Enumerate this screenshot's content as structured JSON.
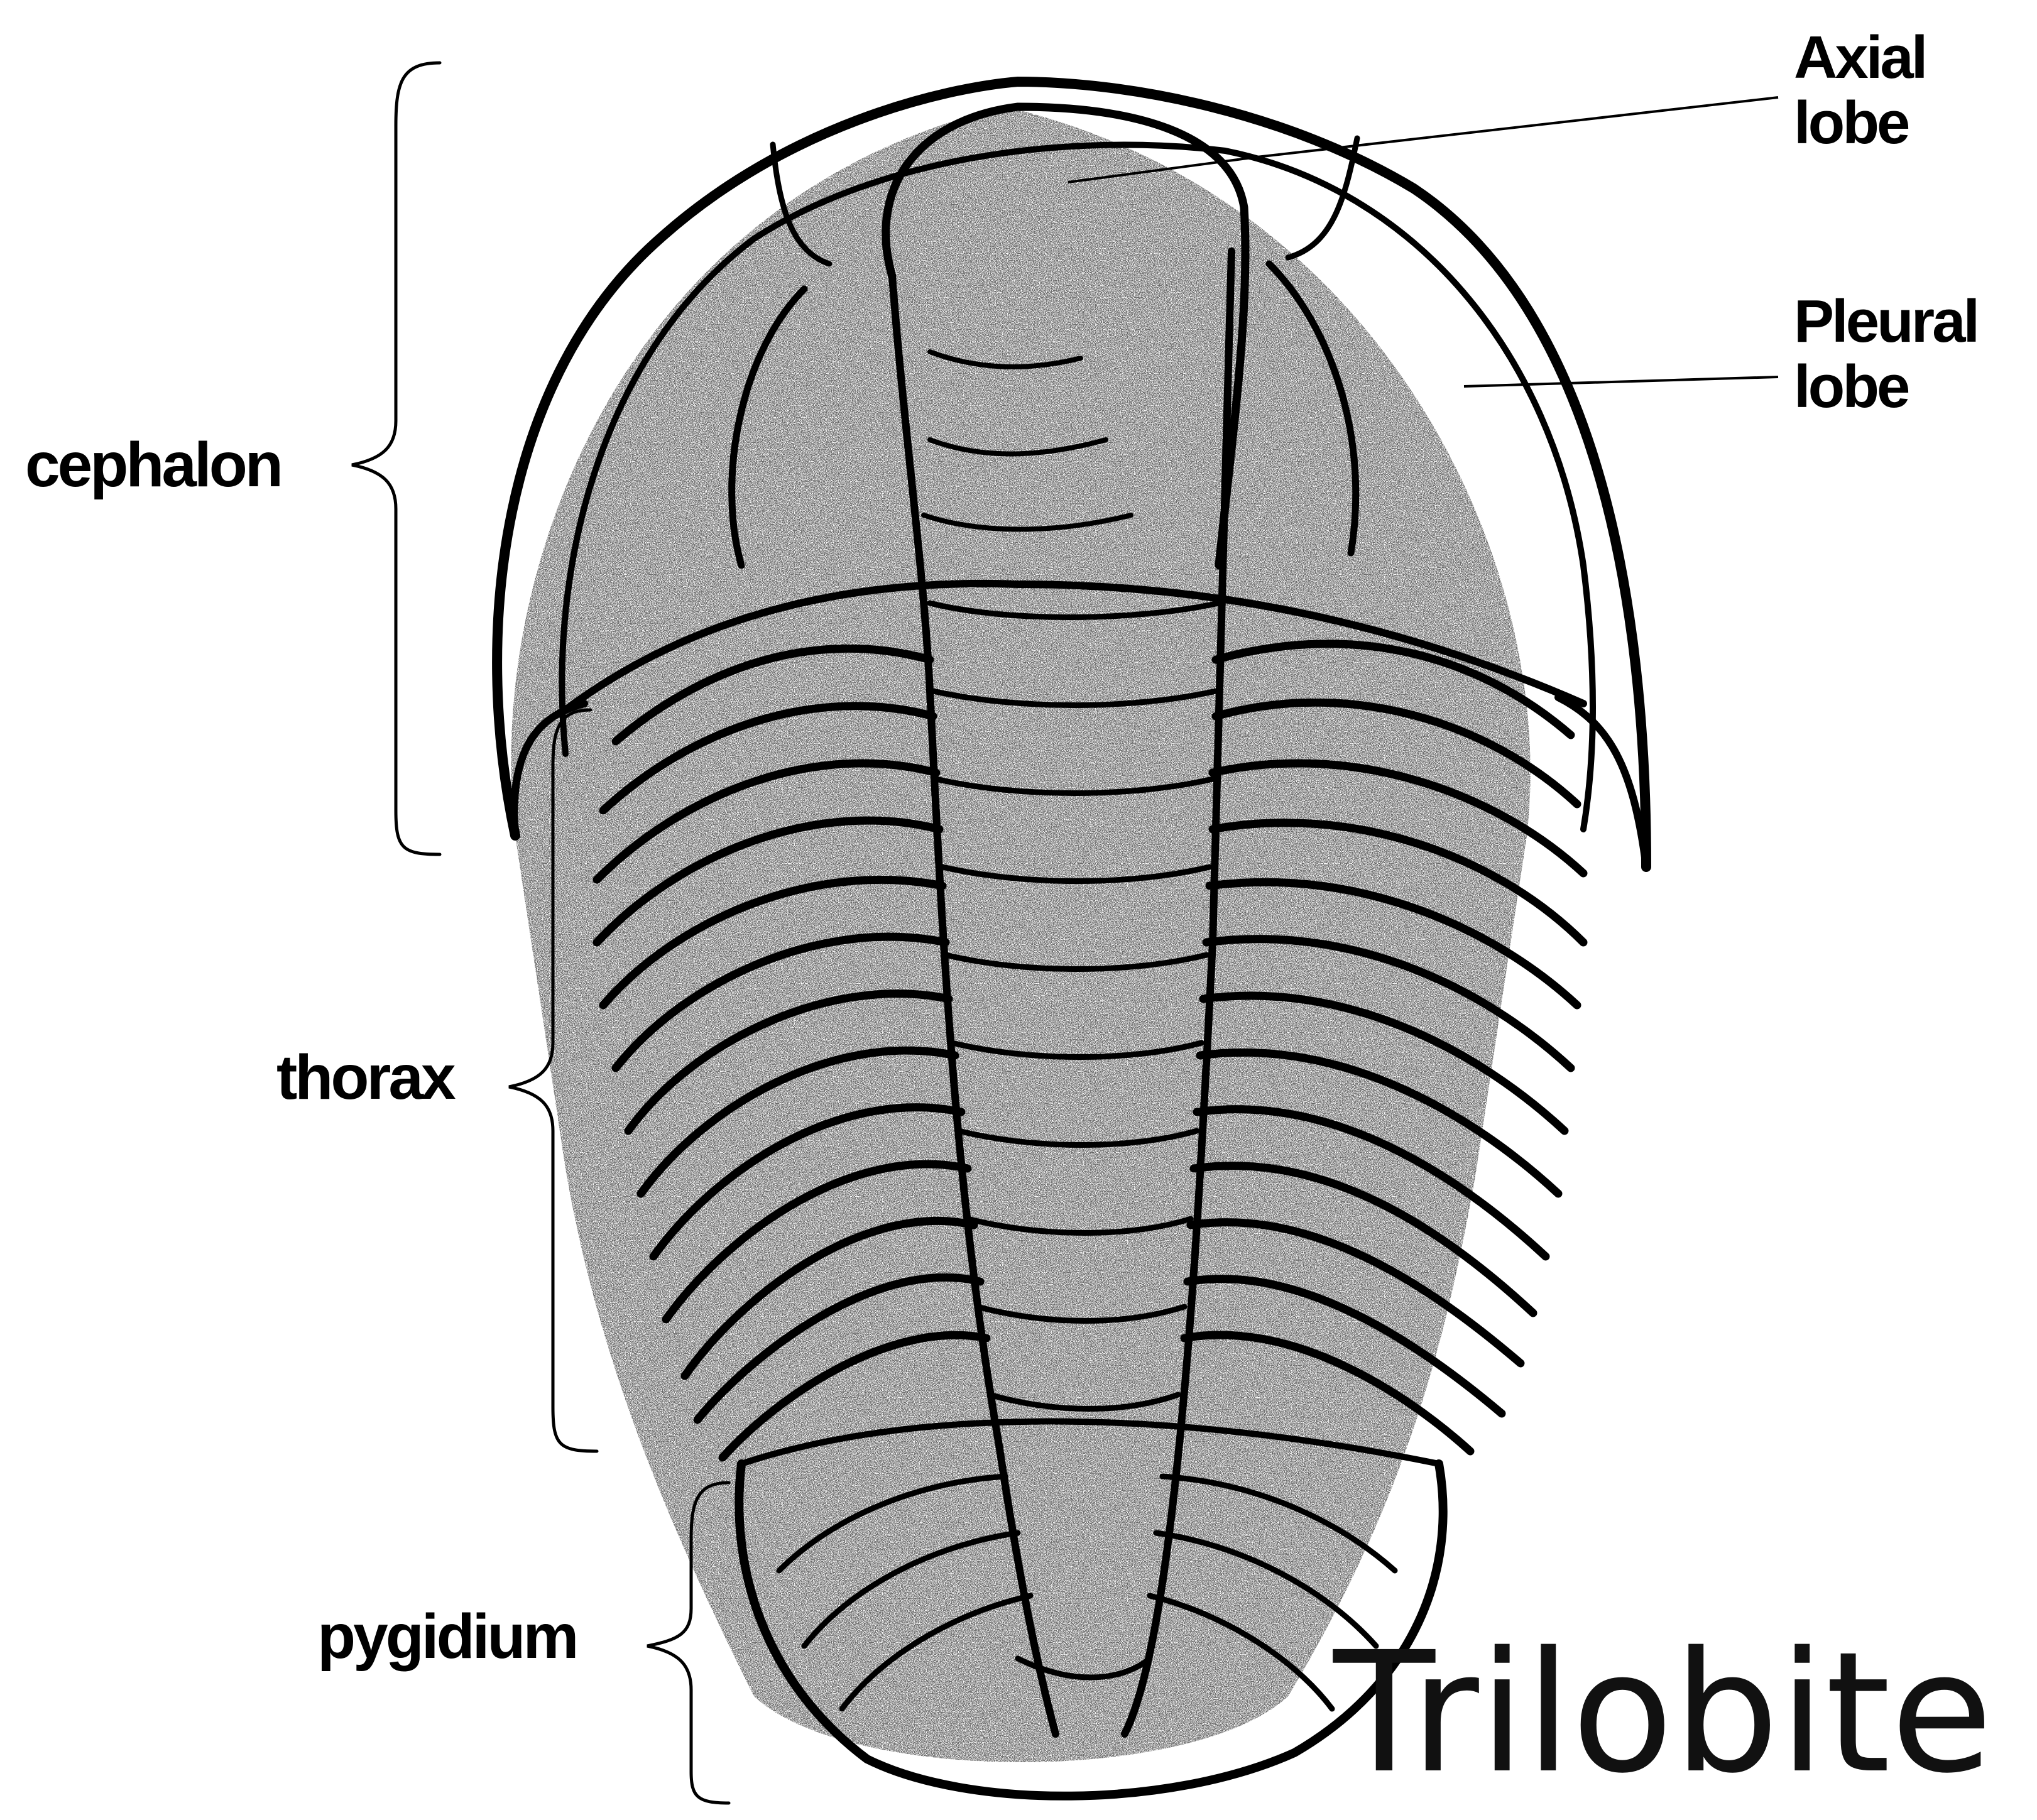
{
  "title": "Trilobite",
  "labels": {
    "cephalon": "cephalon",
    "thorax": "thorax",
    "pygidium": "pygidium",
    "axial_lobe": {
      "line1": "Axial",
      "line2": "lobe"
    },
    "pleural_lobe": {
      "line1": "Pleural",
      "line2": "lobe"
    }
  },
  "colors": {
    "ink": "#000000",
    "background": "#ffffff"
  }
}
